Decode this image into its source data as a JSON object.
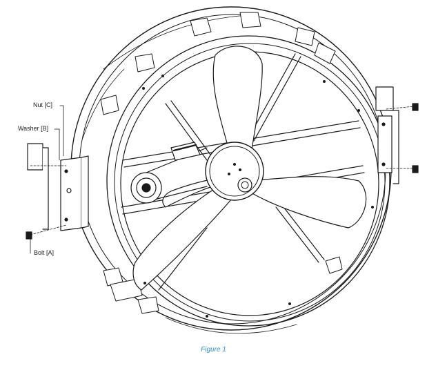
{
  "callouts": {
    "nut": "Nut [C]",
    "washer": "Washer [B]",
    "bolt": "Bolt [A]"
  },
  "caption": "Figure 1",
  "colors": {
    "line": "#1a1a1a",
    "caption": "#2f8fd0"
  }
}
